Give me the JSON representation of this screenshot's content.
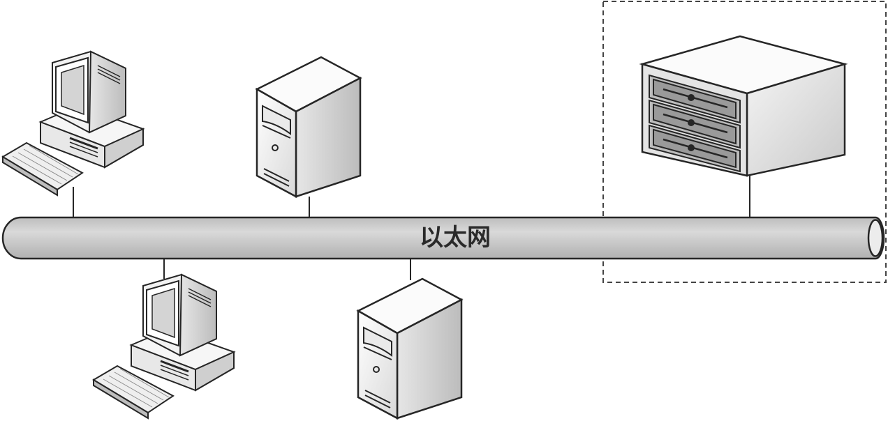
{
  "bus": {
    "label": "以太网"
  },
  "nodes": [
    {
      "id": "workstation-top-left",
      "kind": "workstation"
    },
    {
      "id": "server-top",
      "kind": "tower-server"
    },
    {
      "id": "storage-array",
      "kind": "disk-array",
      "grouped": true
    },
    {
      "id": "workstation-bottom-left",
      "kind": "workstation"
    },
    {
      "id": "server-bottom",
      "kind": "tower-server"
    }
  ],
  "colors": {
    "outline": "#262626",
    "device_light": "#f2f2f2",
    "device_mid": "#d6d6d6",
    "device_dark": "#a9a9a9",
    "bus_fill": "#c8c8c8",
    "group_border": "#444444"
  }
}
